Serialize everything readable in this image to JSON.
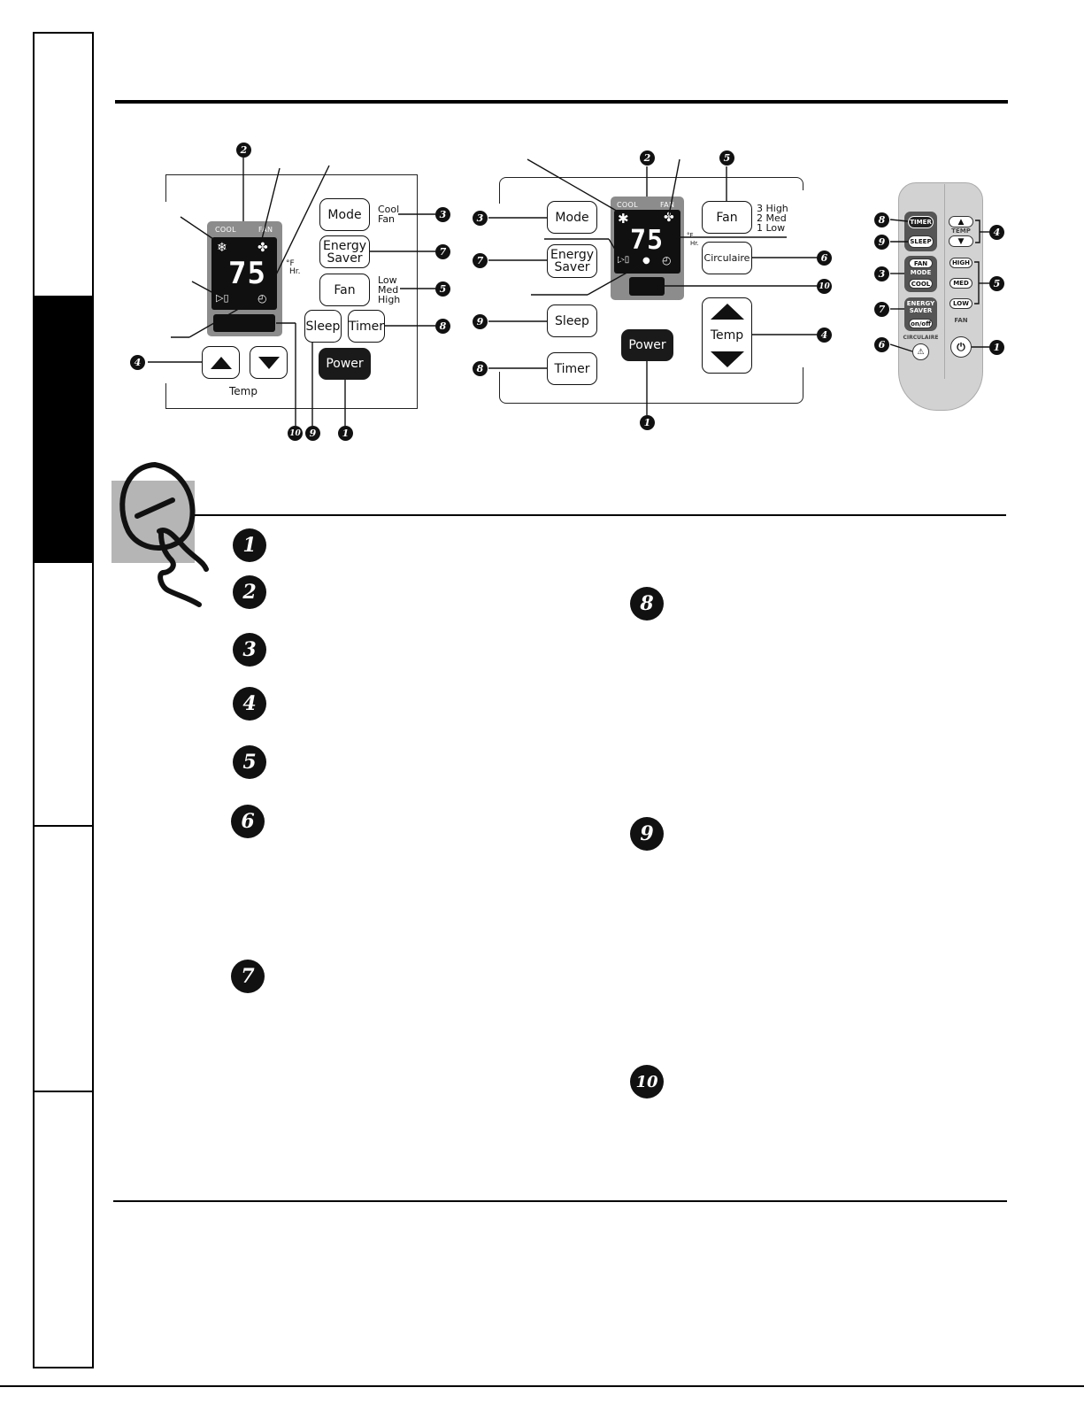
{
  "panel1": {
    "lcd_cool": "COOL",
    "lcd_fan": "FAN",
    "temp_value": "75",
    "unit_f": "°F",
    "unit_hr": "Hr.",
    "btn_mode": "Mode",
    "mode_options": [
      "Cool",
      "Fan"
    ],
    "btn_energy_saver": "Energy Saver",
    "btn_fan": "Fan",
    "fan_options": [
      "Low",
      "Med",
      "High"
    ],
    "btn_sleep": "Sleep",
    "btn_timer": "Timer",
    "btn_power": "Power",
    "temp_label": "Temp",
    "callouts": {
      "lcd": "2",
      "mode": "3",
      "energy": "7",
      "fan": "5",
      "timer": "8",
      "temp": "4",
      "display": "10",
      "sleep": "9",
      "power": "1"
    }
  },
  "panel2": {
    "lcd_cool": "COOL",
    "lcd_fan": "FAN",
    "temp_value": "75",
    "unit_f": "°F",
    "unit_hr": "Hr.",
    "btn_mode": "Mode",
    "btn_energy_saver": "Energy Saver",
    "btn_sleep": "Sleep",
    "btn_timer": "Timer",
    "btn_power": "Power",
    "btn_fan": "Fan",
    "fan_options": [
      "3 High",
      "2 Med",
      "1 Low"
    ],
    "btn_circulaire": "Circulaire",
    "btn_temp": "Temp",
    "callouts": {
      "lcd": "2",
      "fan": "5",
      "mode": "3",
      "energy": "7",
      "circulaire": "6",
      "display": "10",
      "sleep": "9",
      "temp": "4",
      "timer": "8",
      "power": "1"
    }
  },
  "remote": {
    "timer": "TIMER",
    "sleep": "SLEEP",
    "fan": "FAN",
    "mode": "MODE",
    "cool": "COOL",
    "energy": "ENERGY SAVER",
    "onoff": "on/off",
    "circulaire": "CIRCULAIRE",
    "temp": "TEMP",
    "high": "HIGH",
    "med": "MED",
    "low": "LOW",
    "fan_label": "FAN",
    "callouts": {
      "timer": "8",
      "sleep": "9",
      "mode": "3",
      "energy": "7",
      "circulaire": "6",
      "temp": "4",
      "fan": "5",
      "power": "1"
    }
  },
  "list_left": [
    "1",
    "2",
    "3",
    "4",
    "5",
    "6",
    "7"
  ],
  "list_right": [
    "8",
    "9",
    "10"
  ],
  "colors": {
    "ink": "#111111",
    "lcd_frame": "#8c8c8c",
    "icon_box": "#b5b5b5",
    "remote_body": "#d2d2d2"
  }
}
